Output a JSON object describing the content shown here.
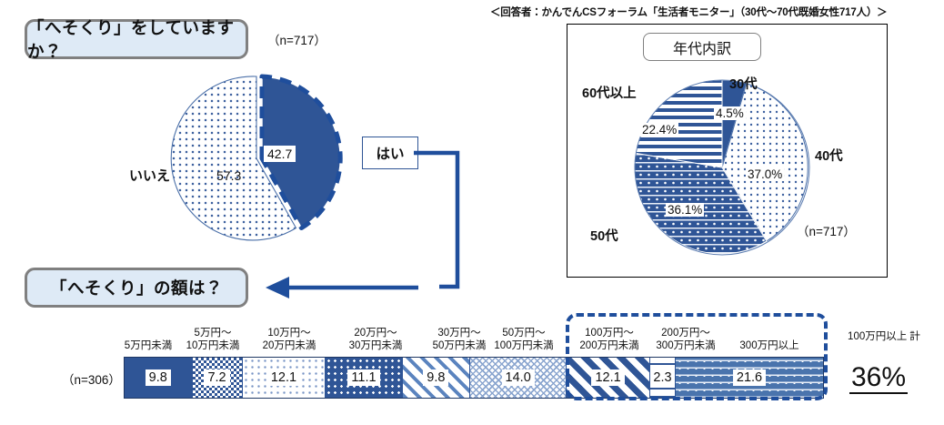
{
  "caption": "＜回答者：かんでんCSフォーラム「生活者モニター」（30代～70代既婚女性717人）＞",
  "questions": {
    "q1_label": "「へそくり」をしていますか？",
    "q1_n": "（n=717）",
    "q2_label": "「へそくり」の額は？",
    "q2_n": "（n=306）"
  },
  "callout": {
    "yes_label": "はい"
  },
  "age_panel": {
    "title": "年代内訳",
    "n_label": "（n=717）"
  },
  "summary": {
    "label": "100万円以上\n計",
    "value": "36%"
  },
  "colors": {
    "accent_blue": "#2F5596",
    "dashed_blue": "#1F4E9C",
    "box_fill": "#DEEAF6",
    "box_border": "#808080",
    "light_blue": "#5B84BF"
  },
  "chart_data": [
    {
      "type": "pie",
      "title": "「へそくり」をしていますか？",
      "n": 717,
      "unit": "%",
      "exploded_slice": "はい",
      "categories": [
        "はい",
        "いいえ"
      ],
      "values": [
        42.7,
        57.3
      ],
      "labels": [
        "42.7",
        "57.3"
      ],
      "slice_styles": [
        "solid-blue",
        "light-dots"
      ],
      "legend": "inline-labels"
    },
    {
      "type": "pie",
      "title": "年代内訳",
      "n": 717,
      "unit": "%",
      "categories": [
        "30代",
        "40代",
        "50代",
        "60代以上"
      ],
      "values": [
        4.5,
        37.0,
        36.1,
        22.4
      ],
      "labels": [
        "4.5%",
        "37.0%",
        "36.1%",
        "22.4%"
      ],
      "slice_styles": [
        "solid-blue",
        "light-dots",
        "blue-dots-lines",
        "horizontal-stripes"
      ],
      "legend": "inline-labels"
    },
    {
      "type": "bar",
      "subtype": "stacked-100-horizontal",
      "title": "「へそくり」の額は？",
      "n": 306,
      "unit": "%",
      "ylabel": "",
      "xlabel": "",
      "categories": [
        "5万円未満",
        "5万円～\n10万円未満",
        "10万円～\n20万円未満",
        "20万円～\n30万円未満",
        "30万円～\n50万円未満",
        "50万円～\n100万円未満",
        "100万円～\n200万円未満",
        "200万円～\n300万円未満",
        "300万円以上"
      ],
      "values": [
        9.8,
        7.2,
        12.1,
        11.1,
        9.8,
        14.0,
        12.1,
        2.3,
        21.6
      ],
      "labels": [
        "9.8",
        "7.2",
        "12.1",
        "11.1",
        "9.8",
        "14.0",
        "12.1",
        "2.3",
        "21.6"
      ],
      "segment_styles": [
        "solid-blue",
        "checker",
        "light-dots",
        "dark-dots",
        "light-diagonal",
        "fine-grid",
        "dark-diagonal",
        "thin-horizontal",
        "blue-horizontal-dots"
      ],
      "highlighted_segments": [
        "100万円～200万円未満",
        "200万円～300万円未満",
        "300万円以上"
      ],
      "highlight_total": "36%",
      "highlight_total_label": "100万円以上計"
    }
  ]
}
